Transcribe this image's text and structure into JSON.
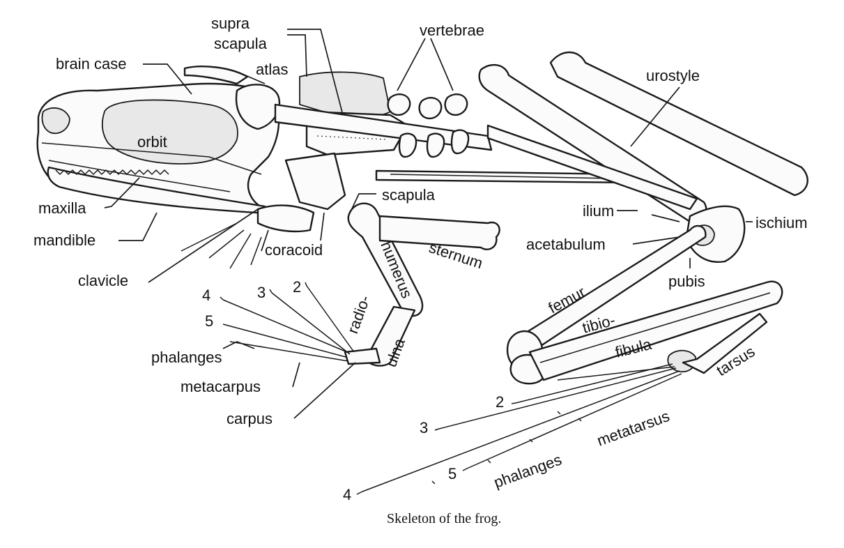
{
  "caption": "Skeleton of the frog.",
  "labels": {
    "supra": "supra",
    "scapula_supra": "scapula",
    "vertebrae": "vertebrae",
    "brain_case": "brain case",
    "atlas": "atlas",
    "urostyle": "urostyle",
    "orbit": "orbit",
    "maxilla": "maxilla",
    "mandible": "mandible",
    "scapula": "scapula",
    "ilium": "ilium",
    "ischium": "ischium",
    "acetabulum": "acetabulum",
    "coracoid": "coracoid",
    "sternum": "sternum",
    "humerus": "humerus",
    "clavicle": "clavicle",
    "pubis": "pubis",
    "femur": "femur",
    "tibio": "tibio-",
    "fibula": "fibula",
    "radio": "radio-",
    "ulna": "ulna",
    "phalanges_hand": "phalanges",
    "metacarpus": "metacarpus",
    "carpus": "carpus",
    "tarsus": "tarsus",
    "metatarsus": "metatarsus",
    "phalanges_foot": "phalanges"
  },
  "digits": {
    "hand_4": "4",
    "hand_3": "3",
    "hand_2": "2",
    "hand_5": "5",
    "foot_2": "2",
    "foot_3": "3",
    "foot_4": "4",
    "foot_5": "5"
  }
}
